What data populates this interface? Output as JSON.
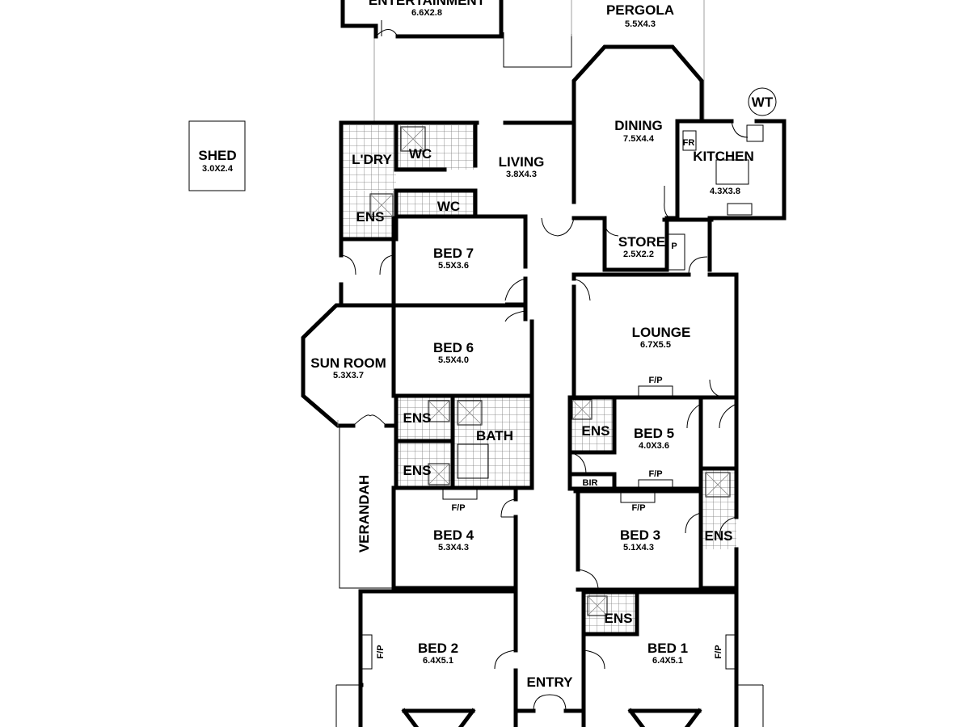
{
  "rooms": {
    "entertainment": {
      "name": "ENTERTAINMENT",
      "dim": "6.6X2.8"
    },
    "pergola": {
      "name": "PERGOLA",
      "dim": "5.5X4.3"
    },
    "shed": {
      "name": "SHED",
      "dim": "3.0X2.4"
    },
    "dining": {
      "name": "DINING",
      "dim": "7.5X4.4"
    },
    "kitchen": {
      "name": "KITCHEN",
      "dim": "4.3X3.8"
    },
    "living": {
      "name": "LIVING",
      "dim": "3.8X4.3"
    },
    "laundry": {
      "name": "L'DRY"
    },
    "wc_upper": {
      "name": "WC"
    },
    "wc_lower": {
      "name": "WC"
    },
    "ens_laundry": {
      "name": "ENS"
    },
    "store": {
      "name": "STORE",
      "dim": "2.5X2.2"
    },
    "bed7": {
      "name": "BED 7",
      "dim": "5.5X3.6"
    },
    "bed6": {
      "name": "BED 6",
      "dim": "5.5X4.0"
    },
    "sunroom": {
      "name": "SUN ROOM",
      "dim": "5.3X3.7"
    },
    "lounge": {
      "name": "LOUNGE",
      "dim": "6.7X5.5"
    },
    "ens_bed6": {
      "name": "ENS"
    },
    "bath": {
      "name": "BATH"
    },
    "ens_bed4": {
      "name": "ENS"
    },
    "ens_bed5": {
      "name": "ENS"
    },
    "bed5": {
      "name": "BED 5",
      "dim": "4.0X3.6"
    },
    "verandah": {
      "name": "VERANDAH"
    },
    "bed4": {
      "name": "BED 4",
      "dim": "5.3X4.3"
    },
    "bed3": {
      "name": "BED 3",
      "dim": "5.1X4.3"
    },
    "ens_bed3": {
      "name": "ENS"
    },
    "ens_bed1": {
      "name": "ENS"
    },
    "bed2": {
      "name": "BED 2",
      "dim": "6.4X5.1"
    },
    "bed1": {
      "name": "BED 1",
      "dim": "6.4X5.1"
    },
    "entry": {
      "name": "ENTRY"
    }
  },
  "labels": {
    "wt": "WT",
    "fr": "FR",
    "pantry": "P",
    "bir": "BIR",
    "fp": "F/P"
  }
}
